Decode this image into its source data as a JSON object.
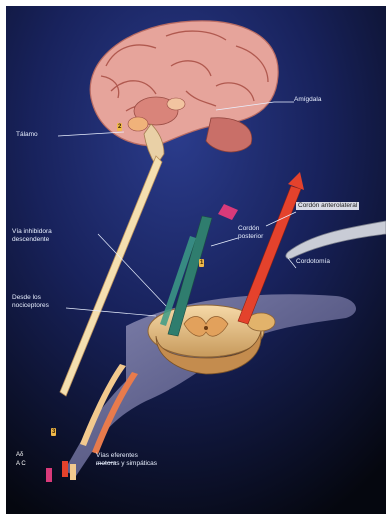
{
  "labels": {
    "amigdala": "Amígdala",
    "talamo": "Tálamo",
    "via_inhibidora": "Vía inhibidora\ndescendente",
    "cordon_posterior": "Cordón\nposterior",
    "cordon_anterolateral": "Cordón anterolateral",
    "cordotomia": "Cordotomía",
    "desde_receptores": "Desde los\nnociceptores",
    "vias_eferentes": "Vías eferentes\nmotoras y simpáticas"
  },
  "markers": {
    "marker_1": "2",
    "marker_2": "1",
    "marker_3": "3"
  },
  "fiber_codes": {
    "top": "Aδ",
    "bottom": "A C"
  },
  "colors": {
    "background_top": "#1d2a6e",
    "background_bottom": "#060812",
    "brain": "#e8a39a",
    "spinal_cord": "#f3c98a",
    "ascending_tract": "#e4422c",
    "descending_tract": "#2f7d6e",
    "marker": "#f1b94a"
  }
}
